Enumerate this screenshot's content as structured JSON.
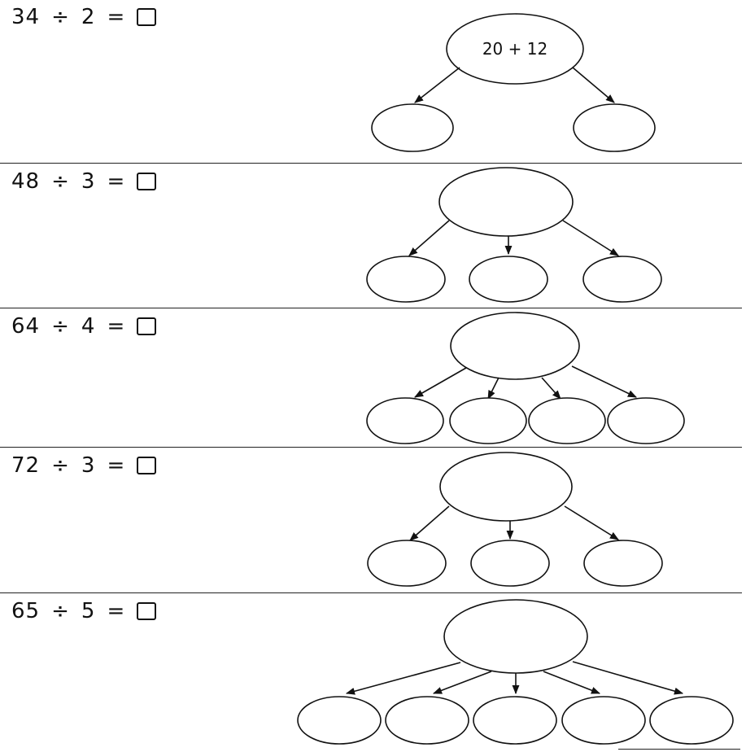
{
  "problems": [
    {
      "dividend": "34",
      "divisor": "2",
      "root_text": "20 + 12",
      "branches": 2
    },
    {
      "dividend": "48",
      "divisor": "3",
      "root_text": "",
      "branches": 3
    },
    {
      "dividend": "64",
      "divisor": "4",
      "root_text": "",
      "branches": 4
    },
    {
      "dividend": "72",
      "divisor": "3",
      "root_text": "",
      "branches": 3
    },
    {
      "dividend": "65",
      "divisor": "5",
      "root_text": "",
      "branches": 5
    }
  ],
  "symbols": {
    "divide": "÷",
    "equals": "="
  }
}
